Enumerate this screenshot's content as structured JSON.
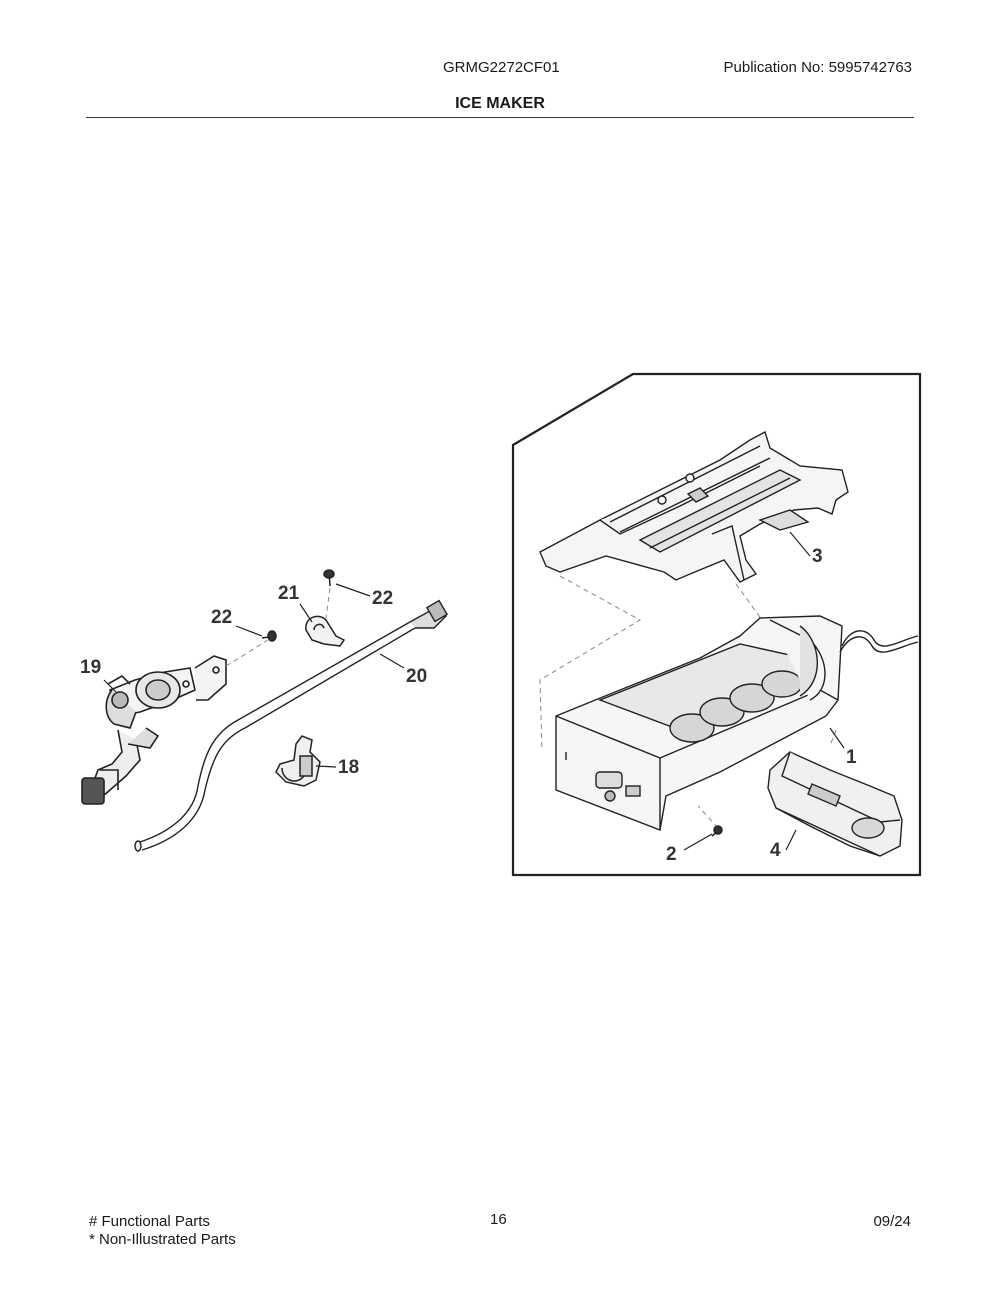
{
  "header": {
    "model": "GRMG2272CF01",
    "publication": "Publication No:  5995742763",
    "title": "ICE MAKER"
  },
  "callouts": {
    "c1": "1",
    "c2": "2",
    "c3": "3",
    "c4": "4",
    "c18": "18",
    "c19": "19",
    "c20": "20",
    "c21": "21",
    "c22a": "22",
    "c22b": "22"
  },
  "footer": {
    "functional": "# Functional Parts",
    "non_illustrated": "* Non-Illustrated Parts",
    "page": "16",
    "date": "09/24"
  }
}
